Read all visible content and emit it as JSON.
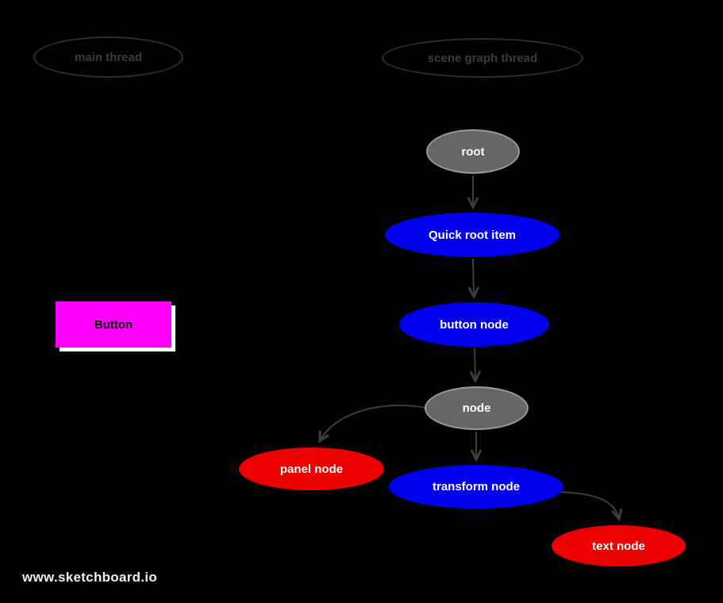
{
  "lanes": {
    "main": "main thread",
    "scene": "scene graph thread"
  },
  "button_label": "Button",
  "nodes": {
    "root": "root",
    "quick_root_item": "Quick root item",
    "button_node": "button node",
    "node": "node",
    "panel_node": "panel node",
    "transform_node": "transform node",
    "text_node": "text node"
  },
  "edges": [
    {
      "from": "root",
      "to": "quick_root_item"
    },
    {
      "from": "quick_root_item",
      "to": "button_node"
    },
    {
      "from": "button_node",
      "to": "node"
    },
    {
      "from": "node",
      "to": "panel_node"
    },
    {
      "from": "node",
      "to": "transform_node"
    },
    {
      "from": "transform_node",
      "to": "text_node"
    }
  ],
  "watermark": "www.sketchboard.io",
  "colors": {
    "background": "#000000",
    "node_blue": "#0000ee",
    "node_red": "#ee0000",
    "node_gray": "#666666",
    "node_gray_border": "#9a9a9a",
    "button_magenta": "#ff00ff",
    "button_shadow": "#ffffff",
    "lane_outline": "#2e2e2e",
    "lane_text": "#3c3c3c",
    "arrow": "#3d3d3d",
    "node_text": "#ffffff"
  }
}
